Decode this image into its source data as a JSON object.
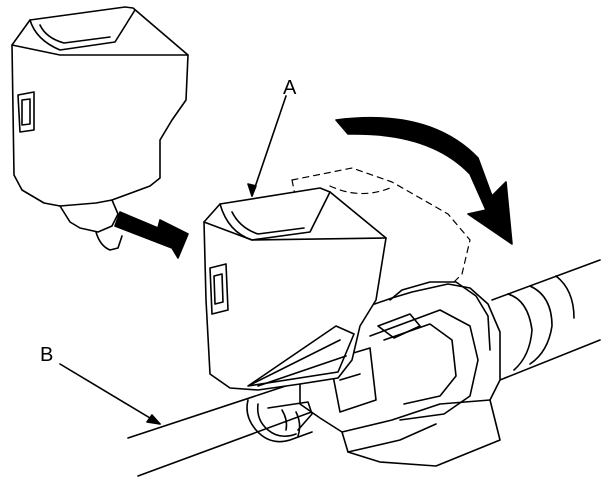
{
  "diagram": {
    "callouts": [
      {
        "id": "A",
        "label": "A"
      },
      {
        "id": "B",
        "label": "B"
      }
    ]
  },
  "colors": {
    "ink": "#000000",
    "paper": "#ffffff"
  }
}
